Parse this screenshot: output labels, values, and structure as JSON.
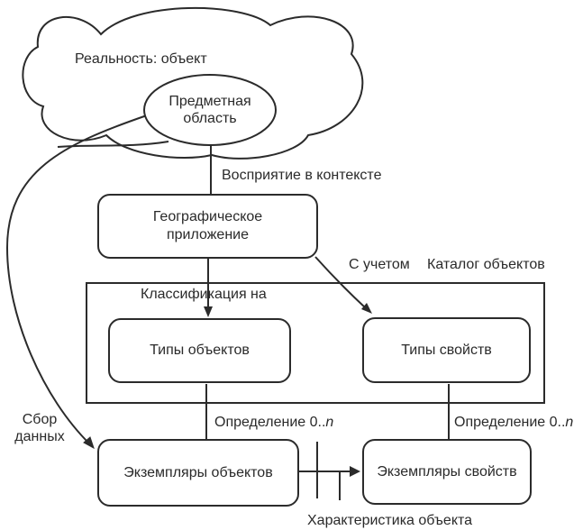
{
  "diagram": {
    "background": "#ffffff",
    "stroke_color": "#2b2b2b",
    "text_color": "#2a2a2a",
    "cloud": {
      "label": "Реальность: объект",
      "ellipse_label": "Предметная область"
    },
    "nodes": {
      "geo_application": "Географическое приложение",
      "object_types": "Типы объектов",
      "property_types": "Типы свойств",
      "object_instances": "Экземпляры объектов",
      "property_instances": "Экземпляры свойств"
    },
    "edge_labels": {
      "perception": "Восприятие в контексте",
      "with_regard": "С учетом",
      "catalog": "Каталог объектов",
      "classification": "Классификация на",
      "definition_prefix": "Определение 0..",
      "definition_suffix_italic": "n",
      "data_collection": "Сбор данных",
      "object_characteristic": "Характеристика объекта"
    }
  }
}
